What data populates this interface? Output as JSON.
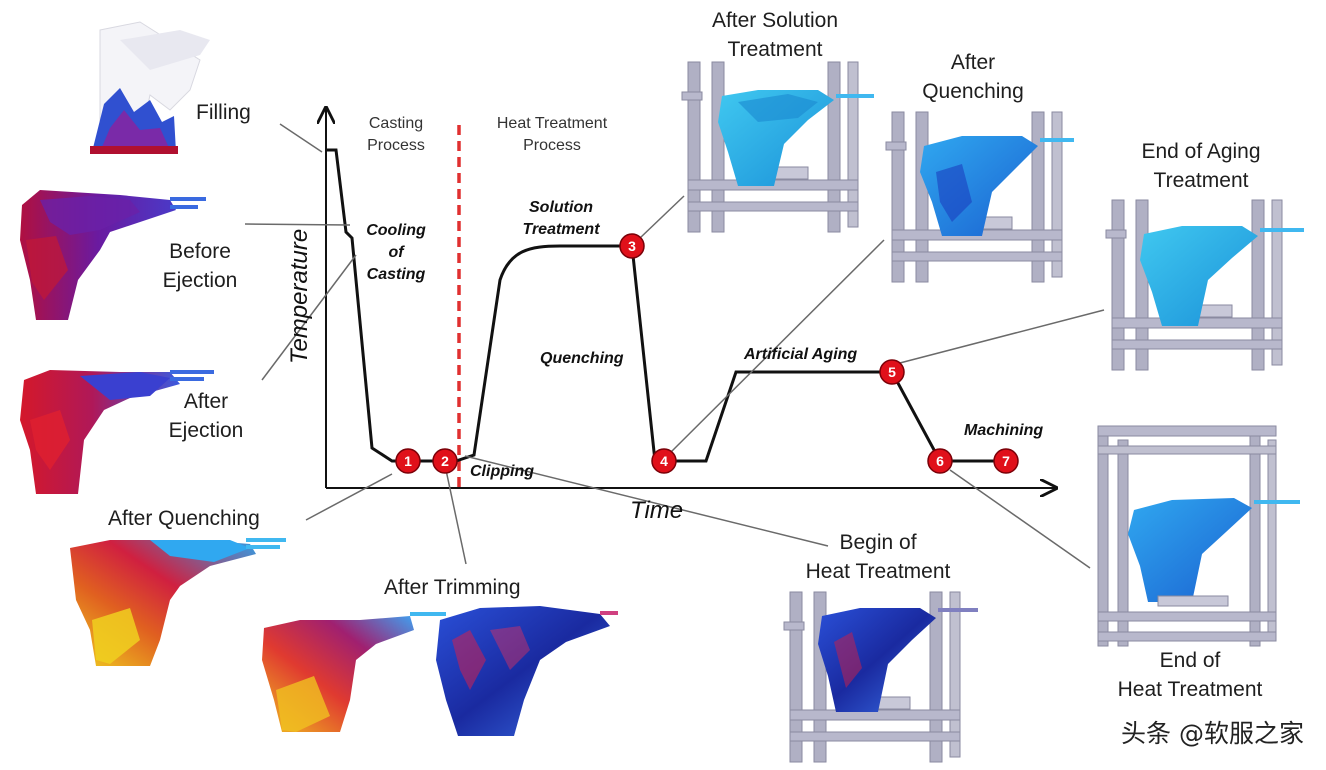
{
  "process_labels": {
    "casting": "Casting\nProcess",
    "heat_treatment": "Heat Treatment\nProcess"
  },
  "axes": {
    "y": "Temperature",
    "x": "Time"
  },
  "curve_labels": {
    "cooling": "Cooling\nof\nCasting",
    "solution": "Solution\nTreatment",
    "quenching": "Quenching",
    "aging": "Artificial Aging",
    "machining": "Machining",
    "clipping": "Clipping"
  },
  "stage_labels": {
    "filling": "Filling",
    "before_ejection": "Before\nEjection",
    "after_ejection": "After\nEjection",
    "after_quenching": "After Quenching",
    "after_trimming": "After Trimming",
    "begin_heat": "Begin of\nHeat Treatment",
    "after_solution": "After Solution\nTreatment",
    "after_quench2": "After\nQuenching",
    "end_aging": "End of Aging\nTreatment",
    "end_heat": "End of\nHeat Treatment"
  },
  "markers": [
    "1",
    "2",
    "3",
    "4",
    "5",
    "6",
    "7"
  ],
  "watermark": "头条 @软服之家",
  "colors": {
    "marker": "#e0101a",
    "dashed_line": "#e03030",
    "curve": "#111111",
    "frame": "#a8a8bc"
  }
}
